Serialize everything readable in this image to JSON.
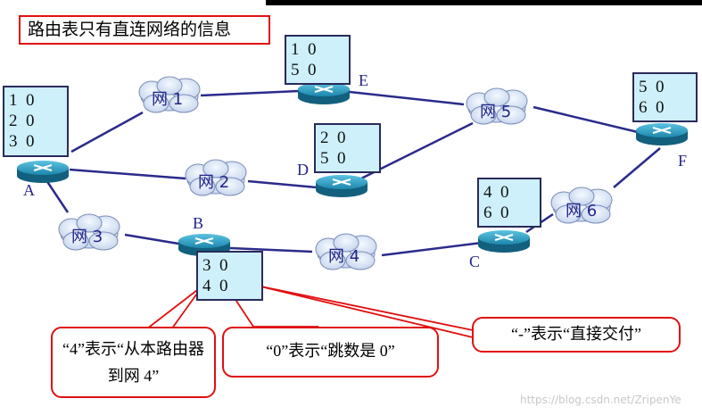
{
  "title": "路由表只有直连网络的信息",
  "routers": [
    {
      "label": "A",
      "table": [
        "1  0",
        "2  0",
        "3  0"
      ]
    },
    {
      "label": "B",
      "table": [
        "3  0",
        "4  0"
      ]
    },
    {
      "label": "C",
      "table": [
        "4  0",
        "6  0"
      ]
    },
    {
      "label": "D",
      "table": [
        "2  0",
        "5  0"
      ]
    },
    {
      "label": "E",
      "table": [
        "1  0",
        "5  0"
      ]
    },
    {
      "label": "F",
      "table": [
        "5  0",
        "6  0"
      ]
    }
  ],
  "networks": [
    "网 1",
    "网 2",
    "网 3",
    "网 4",
    "网 5",
    "网 6"
  ],
  "callouts": {
    "network": "“4”表示“从本路由器到网 4”",
    "hops": "“0”表示“跳数是 0”",
    "direct": "“-”表示“直接交付”"
  },
  "watermark": "https://blog.csdn.net/ZripenYe",
  "colors": {
    "line": "#2b2b8c",
    "callout": "#e01010",
    "table_bg": "#cdf0fb",
    "router": "#1f8fb0"
  }
}
